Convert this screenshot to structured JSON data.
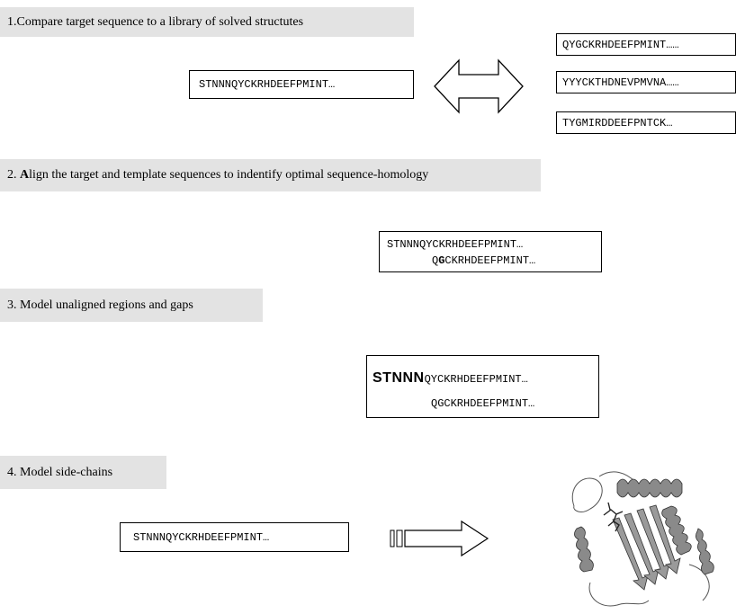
{
  "step1": {
    "title": "1.Compare target sequence to a library of solved structutes",
    "target": "STNNNQYCKRHDEEFPMINT…",
    "library": [
      "QYGCKRHDEEFPMINT……",
      "YYYCKTHDNEVPMVNA……",
      "TYGMIRDDEEFPNTCK…"
    ]
  },
  "step2": {
    "title_prefix": "2. ",
    "title_bold": "A",
    "title_rest": "lign the target and template sequences to indentify optimal sequence-homology",
    "target": "STNNNQYCKRHDEEFPMINT…",
    "template_a": "Q",
    "template_b": "G",
    "template_c": "CKRHDEEFPMINT…"
  },
  "step3": {
    "title": "3. Model unaligned regions and gaps",
    "target_bold": "STNNN",
    "target_rest": "QYCKRHDEEFPMINT…",
    "template": "QGCKRHDEEFPMINT…"
  },
  "step4": {
    "title": "4. Model side-chains",
    "target": "STNNNQYCKRHDEEFPMINT…"
  }
}
